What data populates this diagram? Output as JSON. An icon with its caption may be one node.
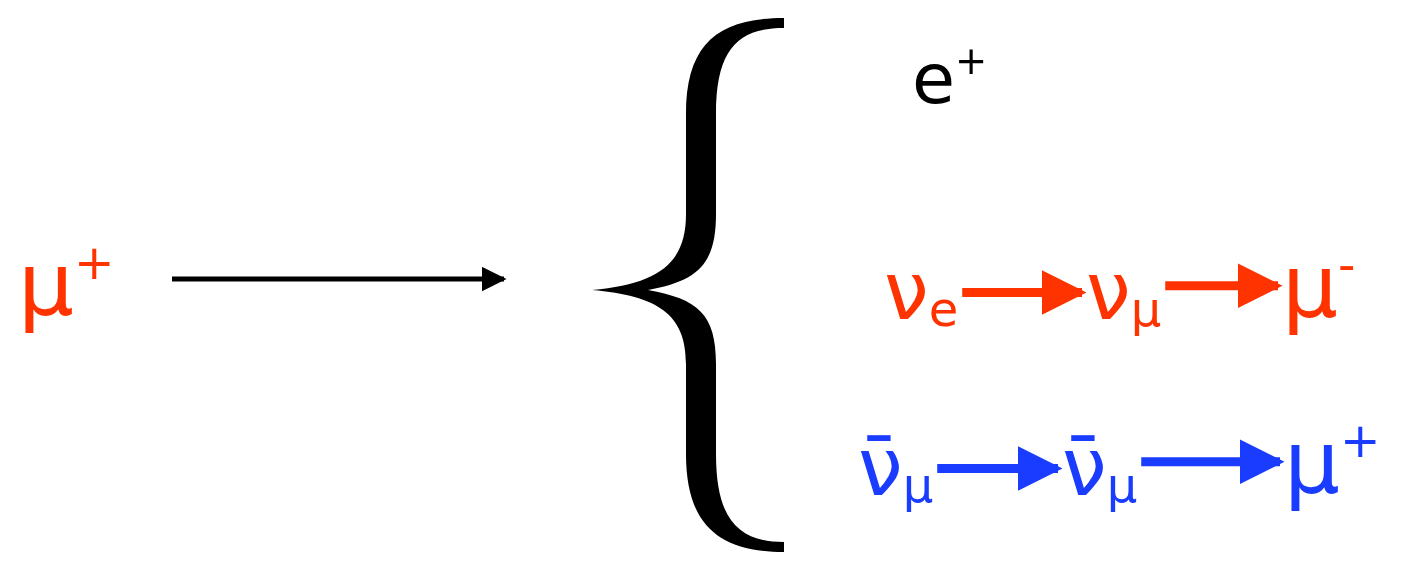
{
  "diagram": {
    "nodes": [
      {
        "text": [
          "μ$^{+}$"
        ]
      },
      {
        "text": [],
        "shape": "brace"
      },
      {
        "text": [
          "e$^{+}$"
        ]
      },
      {
        "text": [
          "ν$_{e}$"
        ]
      },
      {
        "text": [
          "ν$_{μ}$"
        ]
      },
      {
        "text": [
          "μ$^{-}$"
        ]
      },
      {
        "text": [
          "ν̄$_{μ}$"
        ]
      },
      {
        "text": [
          "ν̄$_{μ}$"
        ]
      },
      {
        "text": [
          "μ$^{+}$"
        ]
      }
    ],
    "edges": [
      {
        "from": 0,
        "to": 1,
        "arrow": "to",
        "color": "#000000"
      },
      {
        "from": 3,
        "to": 4,
        "arrow": "to",
        "color": "#ff3300"
      },
      {
        "from": 4,
        "to": 5,
        "arrow": "to",
        "color": "#ff3300"
      },
      {
        "from": 6,
        "to": 7,
        "arrow": "to",
        "color": "#1a3cff"
      },
      {
        "from": 7,
        "to": 8,
        "arrow": "to",
        "color": "#1a3cff"
      }
    ]
  }
}
